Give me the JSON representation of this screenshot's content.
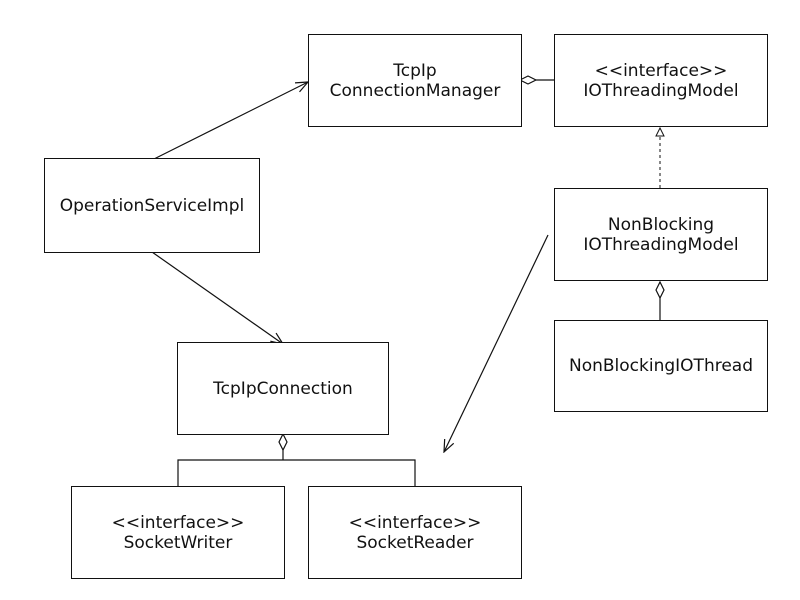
{
  "nodes": {
    "tcpip_connection_manager": {
      "lines": [
        "TcpIp",
        "ConnectionManager"
      ]
    },
    "io_threading_model": {
      "lines": [
        "<<interface>>",
        "IOThreadingModel"
      ]
    },
    "operation_service_impl": {
      "lines": [
        "OperationServiceImpl"
      ]
    },
    "non_blocking_io_threading_model": {
      "lines": [
        "NonBlocking",
        "IOThreadingModel"
      ]
    },
    "tcpip_connection": {
      "lines": [
        "TcpIpConnection"
      ]
    },
    "non_blocking_io_thread": {
      "lines": [
        "NonBlockingIOThread"
      ]
    },
    "socket_writer": {
      "lines": [
        "<<interface>>",
        "SocketWriter"
      ]
    },
    "socket_reader": {
      "lines": [
        "<<interface>>",
        "SocketReader"
      ]
    }
  },
  "relations": [
    {
      "from": "operation_service_impl",
      "to": "tcpip_connection_manager",
      "kind": "association"
    },
    {
      "from": "operation_service_impl",
      "to": "tcpip_connection",
      "kind": "association"
    },
    {
      "from": "non_blocking_io_threading_model",
      "to": "socket_reader",
      "kind": "association"
    },
    {
      "from": "non_blocking_io_threading_model",
      "to": "io_threading_model",
      "kind": "realization"
    },
    {
      "from": "tcpip_connection_manager",
      "to": "io_threading_model",
      "kind": "aggregation"
    },
    {
      "from": "non_blocking_io_threading_model",
      "to": "non_blocking_io_thread",
      "kind": "aggregation"
    },
    {
      "from": "tcpip_connection",
      "to": "socket_writer",
      "kind": "aggregation"
    },
    {
      "from": "tcpip_connection",
      "to": "socket_reader",
      "kind": "aggregation"
    }
  ],
  "colors": {
    "stroke": "#111111",
    "background": "#ffffff"
  }
}
